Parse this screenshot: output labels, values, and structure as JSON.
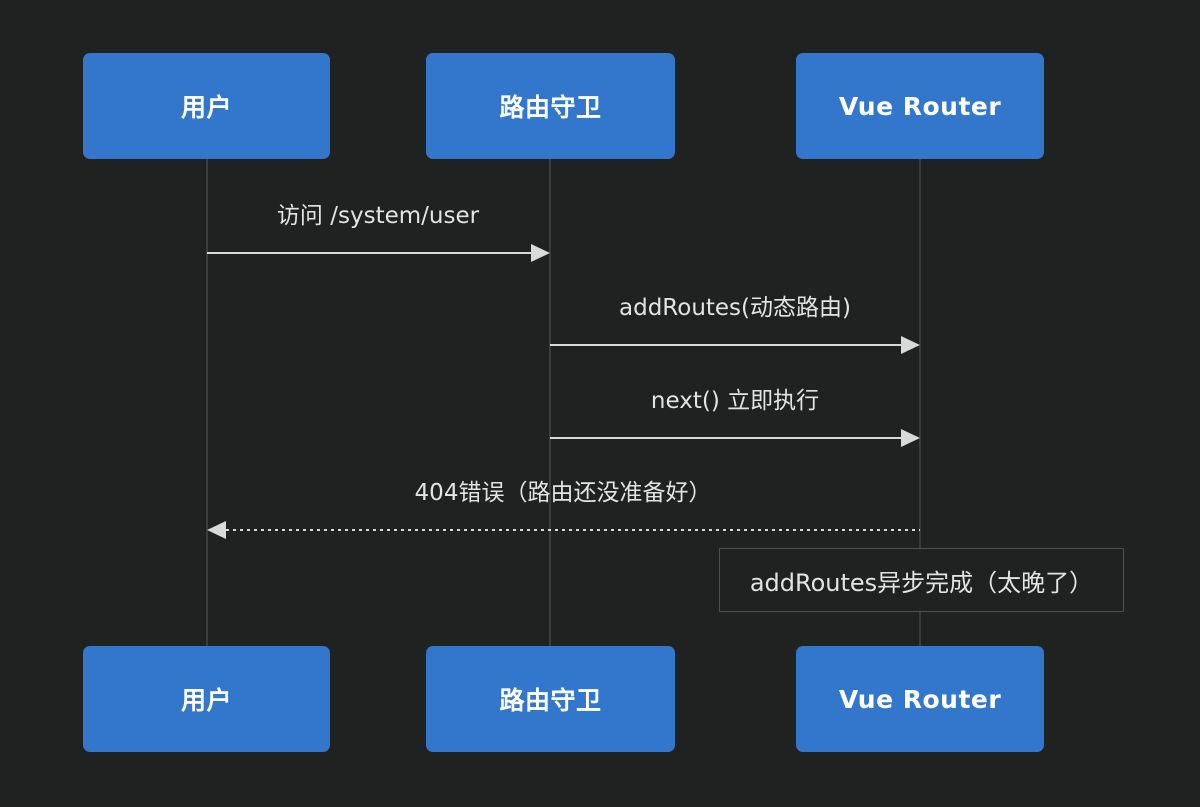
{
  "diagram": {
    "type": "sequence",
    "actors": [
      {
        "id": "user",
        "name": "用户"
      },
      {
        "id": "route-guard",
        "name": "路由守卫"
      },
      {
        "id": "vue-router",
        "name": "Vue Router"
      }
    ],
    "messages": [
      {
        "from": "用户",
        "to": "路由守卫",
        "text": "访问 /system/user",
        "line": "solid"
      },
      {
        "from": "路由守卫",
        "to": "Vue Router",
        "text": "addRoutes(动态路由)",
        "line": "solid"
      },
      {
        "from": "路由守卫",
        "to": "Vue Router",
        "text": "next() 立即执行",
        "line": "solid"
      },
      {
        "from": "Vue Router",
        "to": "用户",
        "text": "404错误（路由还没准备好）",
        "line": "dashed"
      }
    ],
    "note": {
      "anchor": "Vue Router",
      "text": "addRoutes异步完成（太晚了）"
    }
  },
  "colors": {
    "bg": "#202121",
    "actor-fill": "#3377cd",
    "actor-text": "#ffffff",
    "line": "#d9d9d9",
    "msg-text": "#e3e3e3",
    "lifeline": "#3c3c3c",
    "note-border": "#4f4f4f"
  }
}
